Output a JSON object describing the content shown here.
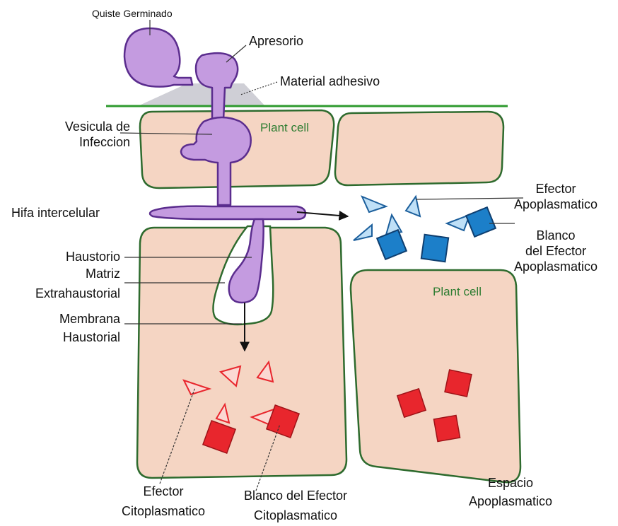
{
  "labels": {
    "quiste": "Quiste Germinado",
    "apresorio": "Apresorio",
    "material_adhesivo": "Material adhesivo",
    "plant_cell_top": "Plant cell",
    "vesicula_1": "Vesicula de",
    "vesicula_2": "Infeccion",
    "hifa": "Hifa intercelular",
    "efector_apo_1": "Efector",
    "efector_apo_2": "Apoplasmatico",
    "blanco_apo_1": "Blanco",
    "blanco_apo_2": "del Efector",
    "blanco_apo_3": "Apoplasmatico",
    "haustorio": "Haustorio",
    "matriz_1": "Matriz",
    "matriz_2": "Extrahaustorial",
    "membrana_1": "Membrana",
    "membrana_2": "Haustorial",
    "plant_cell_right": "Plant cell",
    "efector_cito_1": "Efector",
    "efector_cito_2": "Citoplasmatico",
    "blanco_cito_1": "Blanco del Efector",
    "blanco_cito_2": "Citoplasmatico",
    "espacio_1": "Espacio",
    "espacio_2": "Apoplasmatico"
  },
  "colors": {
    "cell_fill": "#f5d5c3",
    "cell_stroke": "#2e6b2e",
    "membrane_line": "#2e9a2e",
    "pathogen_fill": "#c49be0",
    "pathogen_stroke": "#5b2d8e",
    "adhesive": "#cfcfd6",
    "apoplastic_target": "#1c7fc9",
    "apoplastic_effector": "#bfe0f7",
    "cyto_target": "#e8262d",
    "cyto_effector_stroke": "#e8262d"
  }
}
